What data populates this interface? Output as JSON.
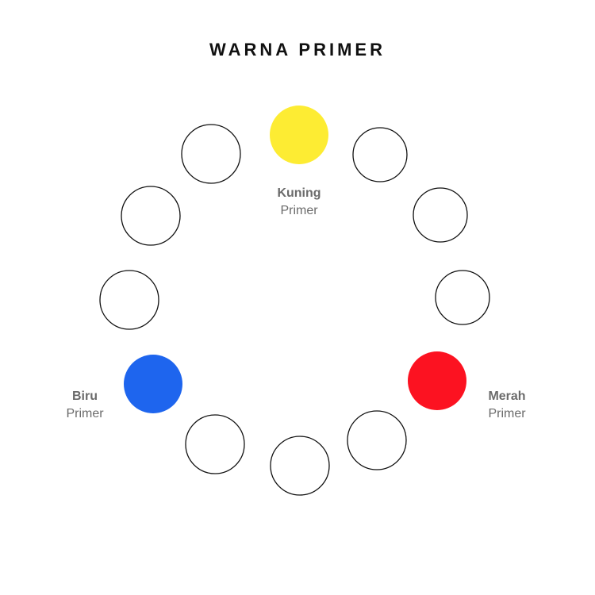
{
  "title": "WARNA PRIMER",
  "colors": {
    "kuning": "#FDEC33",
    "merah": "#FC1221",
    "biru": "#1E65EE",
    "outline": "#111111"
  },
  "labels": {
    "kuning": {
      "name": "Kuning",
      "sub": "Primer"
    },
    "biru": {
      "name": "Biru",
      "sub": "Primer"
    },
    "merah": {
      "name": "Merah",
      "sub": "Primer"
    }
  }
}
